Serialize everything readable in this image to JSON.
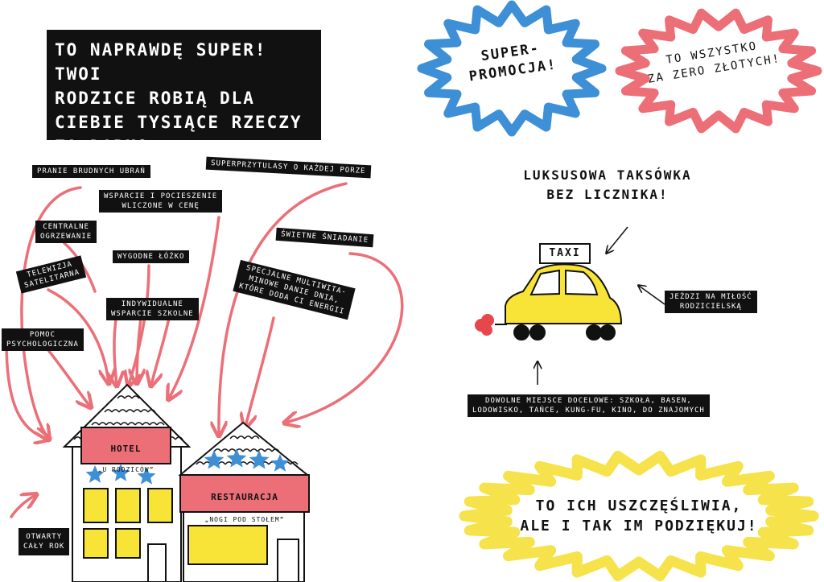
{
  "headline": {
    "line1": "To naprawdę super! Twoi",
    "line2": "rodzice robią dla",
    "line3": "ciebie tysiące rzeczy",
    "line4": "za darmo"
  },
  "badges": {
    "super_promo": "Super-\npromocja!",
    "zero_zlotych": "To wszystko\nza zero złotych!",
    "thanks": "To ich uszczęśliwia,\nale i tak im podziękuj!"
  },
  "hotel_labels": {
    "pranie": "Pranie brudnych ubrań",
    "przytulasy": "Superprzytulasy o każdej porze",
    "wsparcie": "Wsparcie i pocieszenie\nwliczone w cenę",
    "ogrzewanie": "Centralne\nogrzewanie",
    "sniadanie": "Świetne śniadanie",
    "telewizja": "Telewizja\nsatelitarna",
    "lozko": "Wygodne łóżko",
    "danie": "Specjalne multiwita-\nminowe danie dnia,\nktóre doda ci energii",
    "szkolne": "Indywidualne\nwsparcie szkolne",
    "psychologiczna": "Pomoc\npsychologiczna",
    "otwarty": "Otwarty\ncały rok"
  },
  "hotel": {
    "name": "Hotel",
    "subtitle": "„U rodziców”"
  },
  "restaurant": {
    "name": "Restauracja",
    "subtitle": "„Nogi pod stołem”"
  },
  "taxi": {
    "title": "Luksusowa taksówka\nbez licznika!",
    "sign": "Taxi",
    "drives": "Jeździ na miłość\nrodzicielską",
    "destinations": "Dowolne miejsce docelowe: szkoła, basen,\nlodowisko, tańce, kung-fu, kino, do znajomych"
  },
  "colors": {
    "pink": "#ec6f78",
    "blue": "#3d8fd6",
    "yellow": "#f6e24a",
    "red": "#e6474a",
    "black": "#111111",
    "car": "#f7e436"
  }
}
